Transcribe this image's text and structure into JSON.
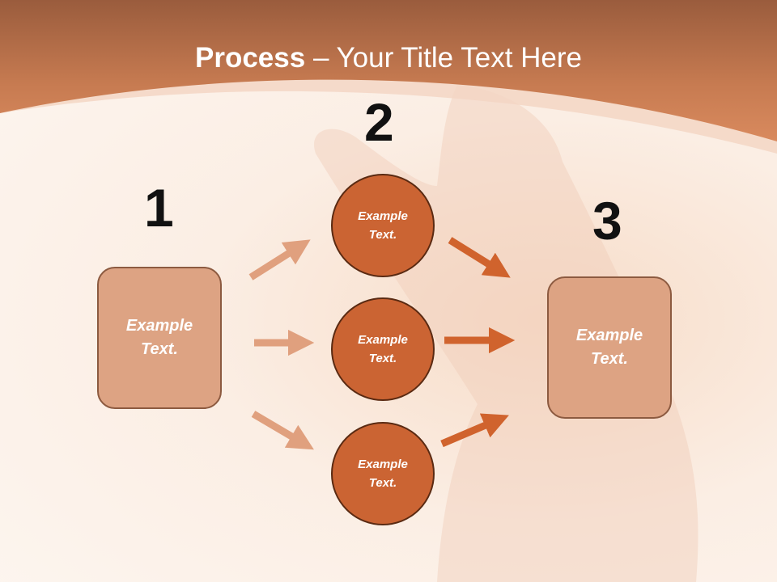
{
  "title": {
    "bold": "Process",
    "rest": " – Your Title Text Here"
  },
  "steps": {
    "n1": "1",
    "n2": "2",
    "n3": "3",
    "box_left": "Example Text.",
    "circle_top": "Example Text.",
    "circle_mid": "Example Text.",
    "circle_bottom": "Example Text.",
    "box_right": "Example Text."
  },
  "colors": {
    "header": "#c57a52",
    "box_fill": "#dda383",
    "circle_fill": "#cb6433",
    "light_arrow": "#e0a07e",
    "dark_arrow": "#d0632d"
  }
}
